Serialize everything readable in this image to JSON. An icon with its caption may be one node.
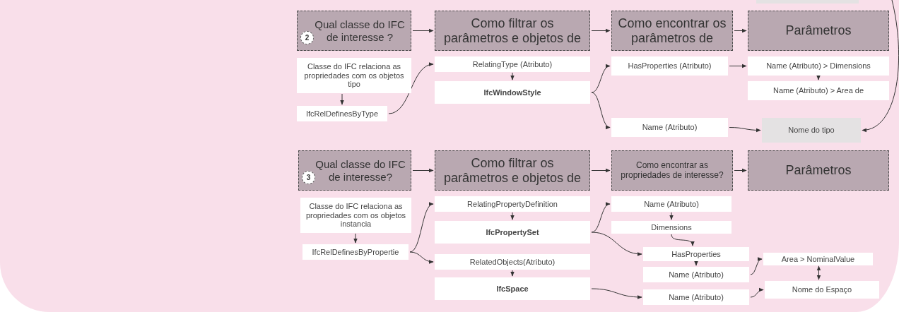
{
  "diagram": {
    "nodes": [
      {
        "text": [],
        "shape": "box"
      },
      {
        "text": [
          "Qual classe do IFC de interesse ?"
        ]
      },
      {
        "text": [
          "2"
        ],
        "in": 1
      },
      {
        "text": [
          "Como filtrar os parâmetros e objetos de"
        ]
      },
      {
        "text": [
          "Como encontrar os parâmetros de"
        ]
      },
      {
        "text": [
          "Parâmetros"
        ]
      },
      {
        "text": [
          "Classe do IFC relaciona as propriedades com os objetos tipo"
        ]
      },
      {
        "text": [
          "RelatingType (Atributo)"
        ]
      },
      {
        "text": [
          "HasProperties (Atributo)"
        ]
      },
      {
        "text": [
          "Name (Atributo) > Dimensions"
        ]
      },
      {
        "text": [
          "IfcWindowStyle"
        ]
      },
      {
        "text": [
          "Name (Atributo) > Area de"
        ]
      },
      {
        "text": [
          "IfcRelDefinesByType"
        ]
      },
      {
        "text": [
          "Name (Atributo)"
        ]
      },
      {
        "text": [
          "Nome do tipo"
        ]
      },
      {
        "text": [
          "Qual classe do IFC de interesse?"
        ]
      },
      {
        "text": [
          "3"
        ],
        "in": 15
      },
      {
        "text": [
          "Como filtrar os parâmetros e objetos de"
        ]
      },
      {
        "text": [
          "Como encontrar as propriedades de interesse?"
        ]
      },
      {
        "text": [
          "Parâmetros"
        ]
      },
      {
        "text": [
          "Classe do IFC relaciona as propriedades com os objetos instancia"
        ]
      },
      {
        "text": [
          "RelatingPropertyDefinition"
        ]
      },
      {
        "text": [
          "Name (Atributo)"
        ]
      },
      {
        "text": [
          "IfcPropertySet"
        ]
      },
      {
        "text": [
          "Dimensions"
        ]
      },
      {
        "text": [
          "IfcRelDefinesByPropertie"
        ]
      },
      {
        "text": [
          "HasProperties"
        ]
      },
      {
        "text": [
          "RelatedObjects(Atributo)"
        ]
      },
      {
        "text": [
          "Area > NominalValue"
        ]
      },
      {
        "text": [
          "Name (Atributo)"
        ]
      },
      {
        "text": [
          "IfcSpace"
        ]
      },
      {
        "text": [
          "Nome do Espaço"
        ]
      },
      {
        "text": [
          "Name (Atributo)"
        ]
      }
    ],
    "edges": [
      {
        "from": 1,
        "to": 3,
        "arrow": "to"
      },
      {
        "from": 3,
        "to": 4,
        "arrow": "to"
      },
      {
        "from": 4,
        "to": 5,
        "arrow": "to"
      },
      {
        "from": 6,
        "to": 12,
        "arrow": "to"
      },
      {
        "from": 12,
        "to": 7,
        "arrow": "to"
      },
      {
        "from": 7,
        "to": 10,
        "arrow": "to"
      },
      {
        "from": 10,
        "to": 8,
        "arrow": "to"
      },
      {
        "from": 10,
        "to": 13,
        "arrow": "to"
      },
      {
        "from": 8,
        "to": 9,
        "arrow": "to"
      },
      {
        "from": 9,
        "to": 11,
        "arrow": "to"
      },
      {
        "from": 13,
        "to": 14,
        "arrow": "to"
      },
      {
        "from": null,
        "to": 14,
        "arrow": "to"
      },
      {
        "from": 15,
        "to": 17,
        "arrow": "to"
      },
      {
        "from": 17,
        "to": 18,
        "arrow": "to"
      },
      {
        "from": 18,
        "to": 19,
        "arrow": "to"
      },
      {
        "from": 20,
        "to": 25,
        "arrow": "to"
      },
      {
        "from": 25,
        "to": 21,
        "arrow": "to"
      },
      {
        "from": 25,
        "to": 27,
        "arrow": "to"
      },
      {
        "from": 21,
        "to": 23,
        "arrow": "to"
      },
      {
        "from": 27,
        "to": 30,
        "arrow": "to"
      },
      {
        "from": 23,
        "to": 22,
        "arrow": "to"
      },
      {
        "from": 23,
        "to": 26,
        "arrow": "to"
      },
      {
        "from": 22,
        "to": 24,
        "arrow": "to"
      },
      {
        "from": 24,
        "to": 26,
        "arrow": "to"
      },
      {
        "from": 26,
        "to": 29,
        "arrow": "to"
      },
      {
        "from": 29,
        "to": 28,
        "arrow": "to"
      },
      {
        "from": 28,
        "to": 31,
        "arrow": "both"
      },
      {
        "from": 30,
        "to": 32,
        "arrow": "to"
      },
      {
        "from": 32,
        "to": 31,
        "arrow": "to"
      }
    ]
  }
}
